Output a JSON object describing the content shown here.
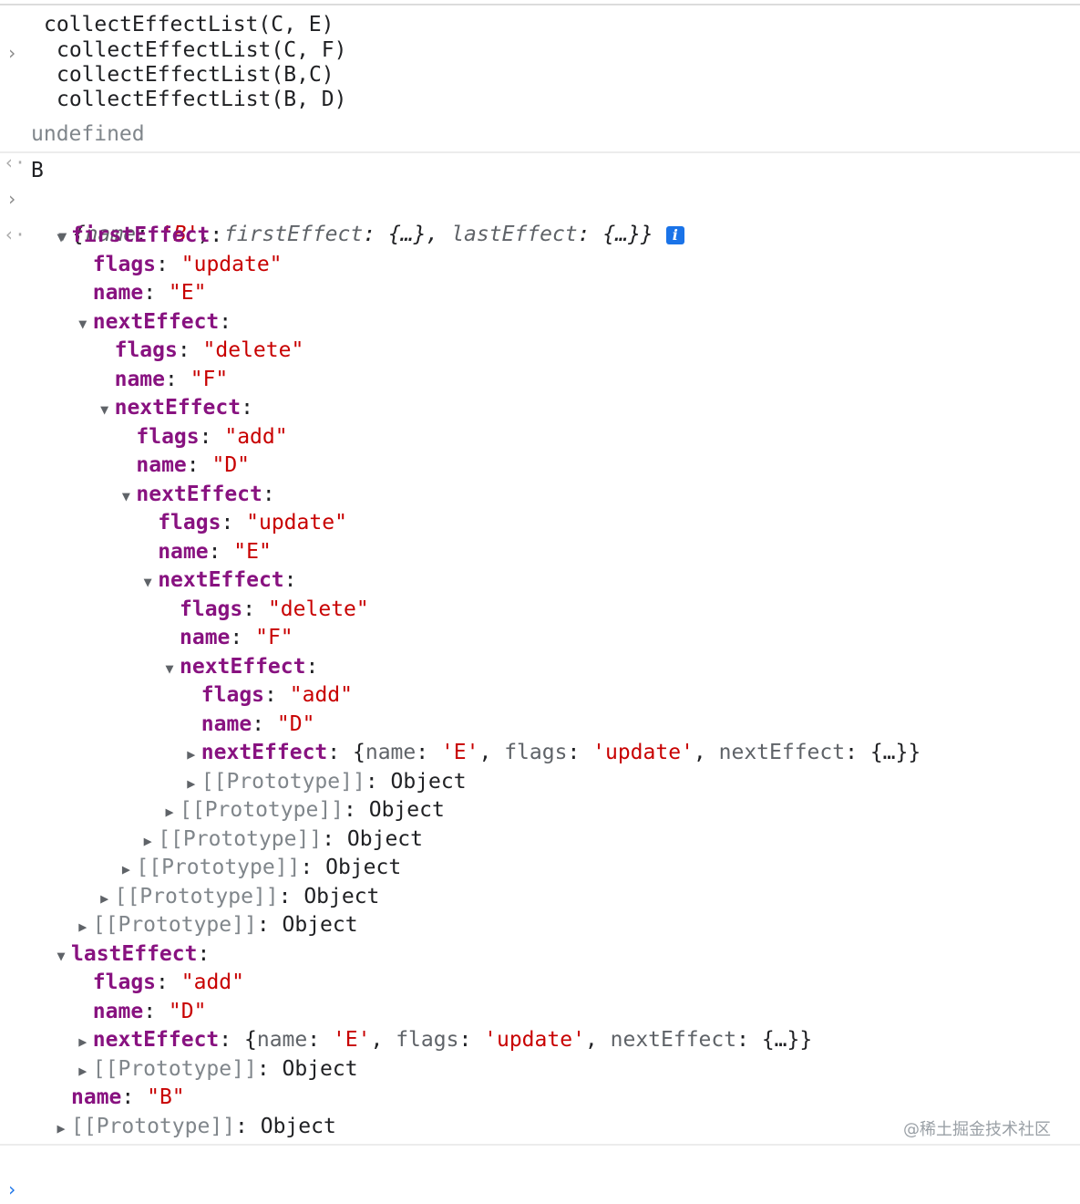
{
  "console": {
    "input_lines": [
      "collectEffectList(C, E)",
      "collectEffectList(C, F)",
      "collectEffectList(B,C)",
      "collectEffectList(B, D)"
    ],
    "result_undefined": "undefined",
    "input_b": "B",
    "glyphs": {
      "prompt": "›",
      "return": "‹·"
    },
    "summary": {
      "open": "{",
      "k1": "name",
      "v1": "'B'",
      "k2": "firstEffect",
      "v2": "{…}",
      "k3": "lastEffect",
      "v3": "{…}",
      "close": "}"
    },
    "info_icon": "i",
    "tree": [
      {
        "indent": 1,
        "tri": "down",
        "key": "firstEffect",
        "type": "header"
      },
      {
        "indent": 2,
        "key": "flags",
        "value": "\"update\"",
        "type": "prop"
      },
      {
        "indent": 2,
        "key": "name",
        "value": "\"E\"",
        "type": "prop"
      },
      {
        "indent": 2,
        "tri": "down",
        "key": "nextEffect",
        "type": "header"
      },
      {
        "indent": 3,
        "key": "flags",
        "value": "\"delete\"",
        "type": "prop"
      },
      {
        "indent": 3,
        "key": "name",
        "value": "\"F\"",
        "type": "prop"
      },
      {
        "indent": 3,
        "tri": "down",
        "key": "nextEffect",
        "type": "header"
      },
      {
        "indent": 4,
        "key": "flags",
        "value": "\"add\"",
        "type": "prop"
      },
      {
        "indent": 4,
        "key": "name",
        "value": "\"D\"",
        "type": "prop"
      },
      {
        "indent": 4,
        "tri": "down",
        "key": "nextEffect",
        "type": "header"
      },
      {
        "indent": 5,
        "key": "flags",
        "value": "\"update\"",
        "type": "prop"
      },
      {
        "indent": 5,
        "key": "name",
        "value": "\"E\"",
        "type": "prop"
      },
      {
        "indent": 5,
        "tri": "down",
        "key": "nextEffect",
        "type": "header"
      },
      {
        "indent": 6,
        "key": "flags",
        "value": "\"delete\"",
        "type": "prop"
      },
      {
        "indent": 6,
        "key": "name",
        "value": "\"F\"",
        "type": "prop"
      },
      {
        "indent": 6,
        "tri": "down",
        "key": "nextEffect",
        "type": "header"
      },
      {
        "indent": 7,
        "key": "flags",
        "value": "\"add\"",
        "type": "prop"
      },
      {
        "indent": 7,
        "key": "name",
        "value": "\"D\"",
        "type": "prop"
      },
      {
        "indent": 7,
        "tri": "right",
        "key": "nextEffect",
        "type": "preview"
      },
      {
        "indent": 7,
        "tri": "right",
        "key": "[[Prototype]]",
        "value": "Object",
        "type": "proto"
      },
      {
        "indent": 6,
        "tri": "right",
        "key": "[[Prototype]]",
        "value": "Object",
        "type": "proto"
      },
      {
        "indent": 5,
        "tri": "right",
        "key": "[[Prototype]]",
        "value": "Object",
        "type": "proto"
      },
      {
        "indent": 4,
        "tri": "right",
        "key": "[[Prototype]]",
        "value": "Object",
        "type": "proto"
      },
      {
        "indent": 3,
        "tri": "right",
        "key": "[[Prototype]]",
        "value": "Object",
        "type": "proto"
      },
      {
        "indent": 2,
        "tri": "right",
        "key": "[[Prototype]]",
        "value": "Object",
        "type": "proto"
      },
      {
        "indent": 1,
        "tri": "down",
        "key": "lastEffect",
        "type": "header"
      },
      {
        "indent": 2,
        "key": "flags",
        "value": "\"add\"",
        "type": "prop"
      },
      {
        "indent": 2,
        "key": "name",
        "value": "\"D\"",
        "type": "prop"
      },
      {
        "indent": 2,
        "tri": "right",
        "key": "nextEffect",
        "type": "preview"
      },
      {
        "indent": 2,
        "tri": "right",
        "key": "[[Prototype]]",
        "value": "Object",
        "type": "proto"
      },
      {
        "indent": 1,
        "key": "name",
        "value": "\"B\"",
        "type": "prop"
      },
      {
        "indent": 1,
        "tri": "right",
        "key": "[[Prototype]]",
        "value": "Object",
        "type": "proto"
      }
    ],
    "preview": {
      "open": "{",
      "k1": "name",
      "v1": "'E'",
      "k2": "flags",
      "v2": "'update'",
      "k3": "nextEffect",
      "v3": "{…}",
      "close": "}"
    }
  },
  "watermark": "@稀土掘金技术社区"
}
